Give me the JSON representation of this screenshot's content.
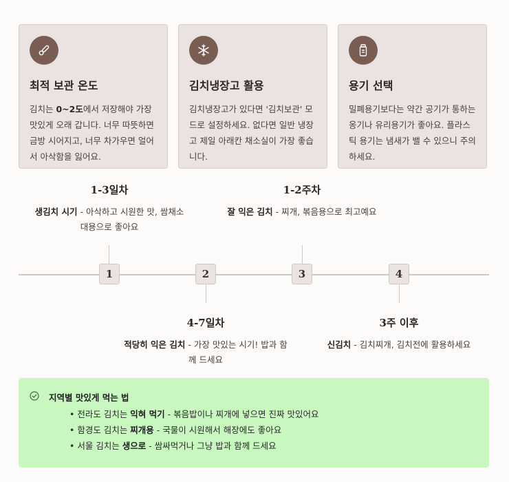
{
  "cards": [
    {
      "icon": "thermometer-icon",
      "title": "최적 보관 온도",
      "desc_pre": "김치는 ",
      "desc_bold": "0~2도",
      "desc_post": "에서 저장해야 가장 맛있게 오래 갑니다. 너무 따뜻하면 금방 시어지고, 너무 차가우면 얼어서 아삭함을 잃어요."
    },
    {
      "icon": "snowflake-icon",
      "title": "김치냉장고 활용",
      "desc": "김치냉장고가 있다면 '김치보관' 모드로 설정하세요. 없다면 일반 냉장고 제일 아래칸 채소실이 가장 좋습니다."
    },
    {
      "icon": "jar-icon",
      "title": "용기 선택",
      "desc": "밀폐용기보다는 약간 공기가 통하는 옹기나 유리용기가 좋아요. 플라스틱 용기는 냄새가 밸 수 있으니 주의하세요."
    }
  ],
  "timeline": [
    {
      "num": "1",
      "title": "1-3일차",
      "bold": "생김치 시기",
      "desc": " - 아삭하고 시원한 맛, 쌈채소 대용으로 좋아요"
    },
    {
      "num": "2",
      "title": "4-7일차",
      "bold": "적당히 익은 김치",
      "desc": " - 가장 맛있는 시기! 밥과 함께 드세요"
    },
    {
      "num": "3",
      "title": "1-2주차",
      "bold": "잘 익은 김치",
      "desc": " - 찌개, 볶음용으로 최고예요"
    },
    {
      "num": "4",
      "title": "3주 이후",
      "bold": "신김치",
      "desc": " - 김치찌개, 김치전에 활용하세요"
    }
  ],
  "tip": {
    "icon": "check-circle-icon",
    "title": "지역별 맛있게 먹는 법",
    "items": [
      {
        "pre": "• 전라도 김치는 ",
        "bold": "익혀 먹기",
        "post": " - 볶음밥이나 찌개에 넣으면 진짜 맛있어요"
      },
      {
        "pre": "• 함경도 김치는 ",
        "bold": "찌개용",
        "post": " - 국물이 시원해서 해장에도 좋아요"
      },
      {
        "pre": "• 서울 김치는 ",
        "bold": "생으로",
        "post": " - 쌈싸먹거나 그냥 밥과 함께 드세요"
      }
    ]
  },
  "colors": {
    "card_bg": "#ebe2e2",
    "icon_bg": "#7a5d52",
    "tip_bg": "#c8f7c0",
    "line": "#cfc7c6"
  }
}
